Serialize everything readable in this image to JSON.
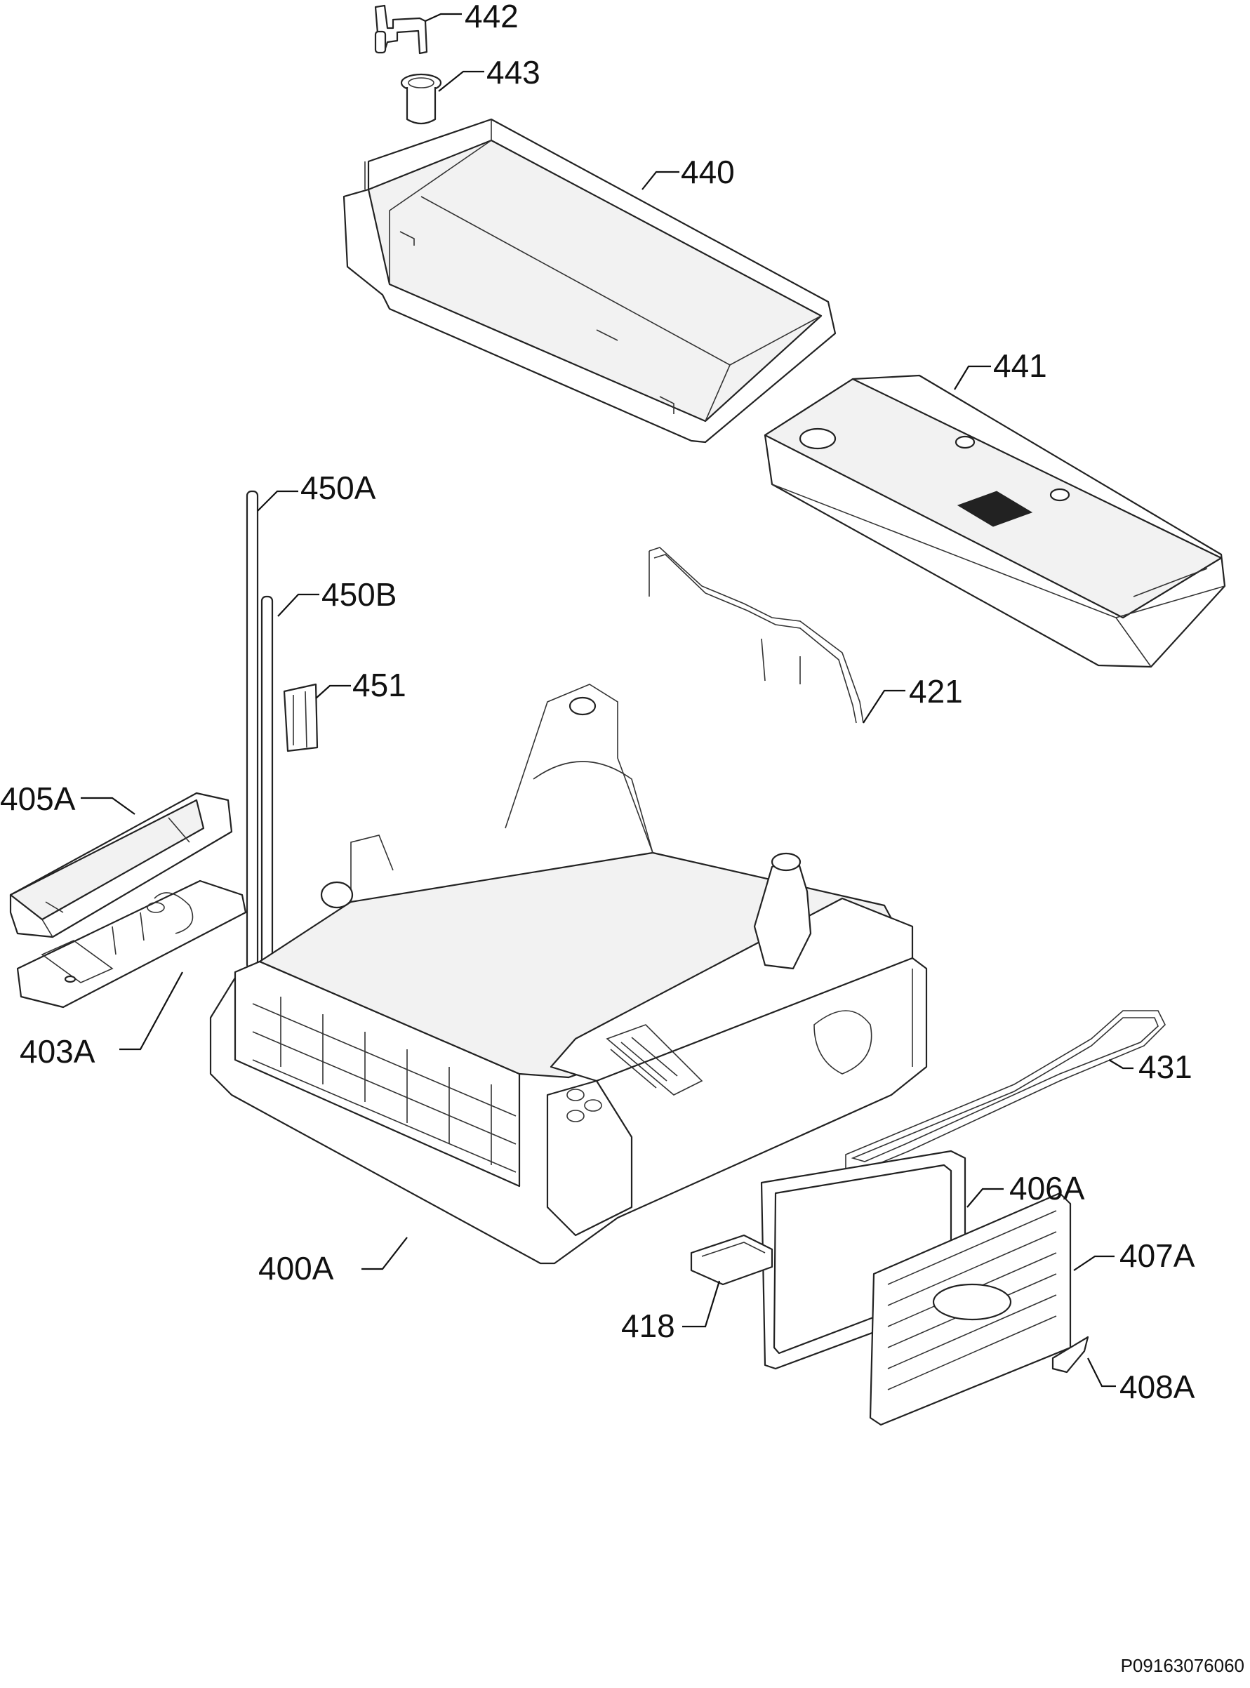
{
  "labels": {
    "p442": "442",
    "p443": "443",
    "p440": "440",
    "p441": "441",
    "p450A": "450A",
    "p450B": "450B",
    "p451": "451",
    "p421": "421",
    "p405A": "405A",
    "p403A": "403A",
    "p431": "431",
    "p406A": "406A",
    "p407A": "407A",
    "p400A": "400A",
    "p418": "418",
    "p408A": "408A"
  },
  "drawing_code": "P09163076060"
}
